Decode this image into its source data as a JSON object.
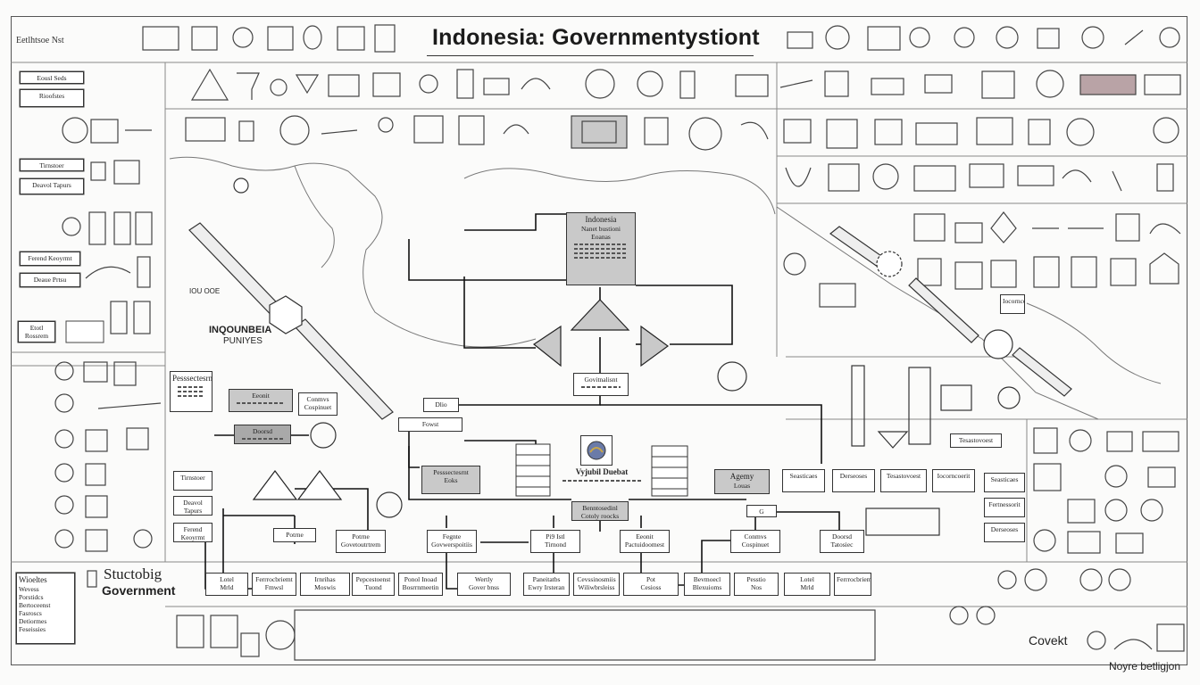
{
  "header": {
    "title": "Indonesia: Governmentystiont",
    "top_left_note": "Eetlhtsoe Nst"
  },
  "labels": {
    "inquisite": "INQOUNBEIA",
    "purposes": "PUNIYES",
    "structure": "Stuctobig",
    "government": "Government",
    "covert": "Covekt",
    "signature": "Noyre betligjon",
    "iou": "IOU OOE"
  },
  "center": {
    "main_box_title": "Indonesia",
    "main_box_sub": "Nanet bustioni",
    "main_box_small": "Eoanas",
    "seal_title": "Vyjubil Duebat",
    "agency": "Agemy",
    "agency_sub": "Louas",
    "gov_box_1": "Govitnalisnt",
    "gov_box_2": "Fowst",
    "middle_banner": "Benntosedinl",
    "middle_banner_sub": "Cotoly roocks",
    "side_box": "Dlio",
    "left_small": "Pesssectesrnt",
    "left_small_sub": "Eoks"
  },
  "row_boxes": [
    {
      "t": "Potrne",
      "s": "Govetoutrtrem"
    },
    {
      "t": "Fegnte",
      "s": "Govwerspoitiis"
    },
    {
      "t": "Pi9 Istl",
      "s": "Tirnond"
    },
    {
      "t": "Eeonit",
      "s": "Pactuidoomest"
    },
    {
      "t": "Conmvs",
      "s": "Cospinuet"
    },
    {
      "t": "Doorsd",
      "s": "Tatosiec"
    }
  ],
  "bottom_boxes": [
    {
      "t": "Lotel",
      "s": "Mrld"
    },
    {
      "t": "Ferrrocbriemt",
      "s": "Fmwsl"
    },
    {
      "t": "Irnrihas",
      "s": "Moswis"
    },
    {
      "t": "Pepcestoenst",
      "s": "Tuond"
    },
    {
      "t": "Ponol Inoad",
      "s": "Bosrrnmeetin"
    },
    {
      "t": "Wertly",
      "s": "Gover bnss"
    },
    {
      "t": "Paneitatbs",
      "s": "Ewry Irsteran"
    },
    {
      "t": "Cevssinosmiis",
      "s": "Wiliwbrsleiss"
    },
    {
      "t": "Pot",
      "s": "Cesioss"
    },
    {
      "t": "Bevmoecl",
      "s": "Blexuioms"
    },
    {
      "t": "Pesstio",
      "s": "Nos"
    }
  ],
  "left_panel": [
    "Eousl Seds",
    "Rioofstes",
    "Tirnstoer",
    "Deavol Tapurs",
    "Ferend Keoyrmt",
    "Deaue Prtsu",
    "Etotl Rossrem"
  ],
  "left_legend": {
    "title": "Wioeltes",
    "rows": [
      "Wevess",
      "Porstidcs",
      "Bertoceenst",
      "Fasroscs",
      "Detiormes",
      "Feseissies"
    ]
  },
  "right_small": [
    "Derseoses",
    "Tesastovoest",
    "Iocorncoerit",
    "Seasticaes",
    "Fertnessorit"
  ]
}
